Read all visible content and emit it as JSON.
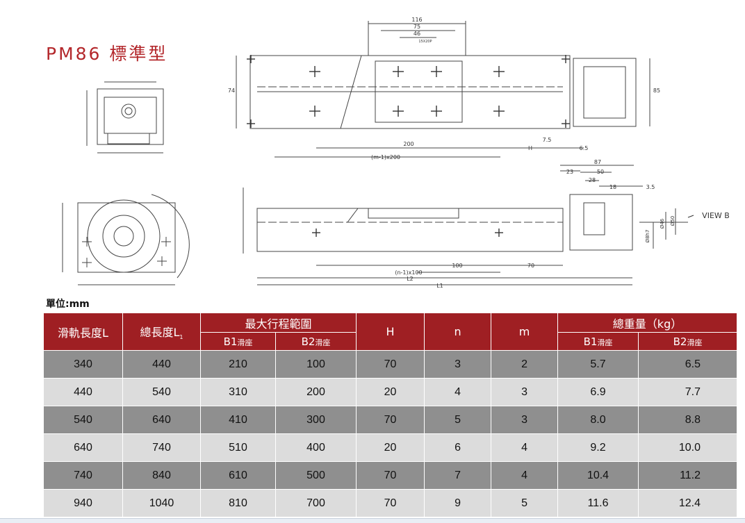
{
  "title": "PM86 標準型",
  "unit_label": "單位:mm",
  "drawing": {
    "top_dims": [
      "116",
      "75",
      "46",
      "15X20P",
      "74",
      "85",
      "200",
      "(m-1)x200",
      "H",
      "7.5",
      "6.5"
    ],
    "side_dims": [
      "87",
      "50",
      "23",
      "28",
      "18",
      "3.5",
      "100",
      "(n-1)x100",
      "70",
      "L2",
      "L1",
      "Ø8h7",
      "Ø46",
      "Ø50",
      "VIEW B"
    ]
  },
  "table": {
    "headers": {
      "rail_length": "滑軌長度L",
      "total_length": "總長度L",
      "total_length_sub": "1",
      "max_stroke": "最大行程範圍",
      "h": "H",
      "n": "n",
      "m": "m",
      "weight": "總重量（kg）",
      "b1": "B1",
      "b2": "B2",
      "slider": "滑座"
    },
    "rows": [
      [
        "340",
        "440",
        "210",
        "100",
        "70",
        "3",
        "2",
        "5.7",
        "6.5"
      ],
      [
        "440",
        "540",
        "310",
        "200",
        "20",
        "4",
        "3",
        "6.9",
        "7.7"
      ],
      [
        "540",
        "640",
        "410",
        "300",
        "70",
        "5",
        "3",
        "8.0",
        "8.8"
      ],
      [
        "640",
        "740",
        "510",
        "400",
        "20",
        "6",
        "4",
        "9.2",
        "10.0"
      ],
      [
        "740",
        "840",
        "610",
        "500",
        "70",
        "7",
        "4",
        "10.4",
        "11.2"
      ],
      [
        "940",
        "1040",
        "810",
        "700",
        "70",
        "9",
        "5",
        "11.6",
        "12.4"
      ]
    ]
  },
  "colors": {
    "header_bg": "#9f1f23",
    "row_dark": "#8f8f8f",
    "row_light": "#dcdcdc",
    "title": "#b3272b"
  }
}
